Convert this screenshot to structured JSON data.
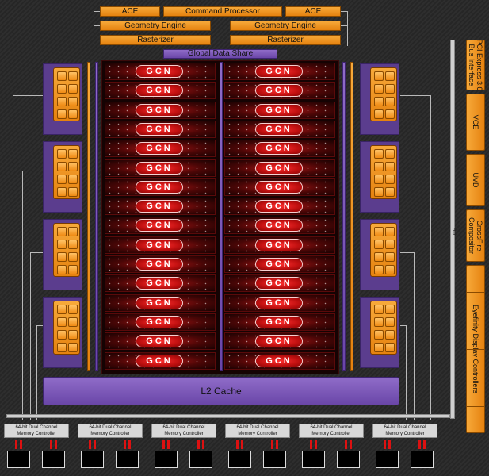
{
  "top": {
    "ace_left": "ACE",
    "command_processor": "Command Processor",
    "ace_right": "ACE",
    "geometry_left": "Geometry Engine",
    "geometry_right": "Geometry Engine",
    "raster_left": "Rasterizer",
    "raster_right": "Rasterizer",
    "gds": "Global Data Share"
  },
  "cu_label": "GCN",
  "l2": "L2 Cache",
  "hub": "Hub",
  "right_blocks": {
    "pcie": "PCI Express 3.0\nBus Interface",
    "vce": "VCE",
    "uvd": "UVD",
    "crossfire": "CrossFire\nCompositor",
    "display": "Eyefinity Display Controllers"
  },
  "memory_controller_label": "64-bit Dual Channel\nMemory Controller",
  "colors": {
    "orange": "#f0931f",
    "purple": "#7a57b8",
    "gcn_red": "#c01010",
    "background": "#2a2a2a"
  }
}
